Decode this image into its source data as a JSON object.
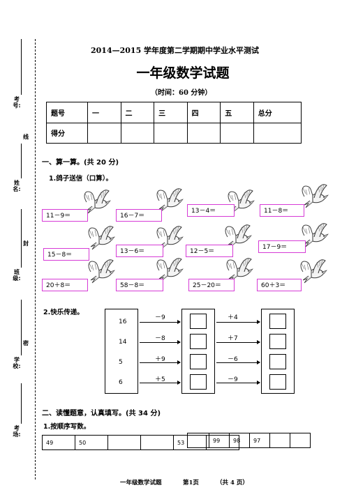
{
  "side": {
    "exam_no": "考号:",
    "name": "姓名:",
    "class": "班级:",
    "school": "学校:",
    "room": "考场:",
    "seal": [
      "线",
      "封",
      "密"
    ]
  },
  "header": {
    "subtitle": "2014—2015 学年度第二学期期中学业水平测试",
    "title": "一年级数学试题",
    "time": "（时间：60 分钟）"
  },
  "score_table": {
    "row1": [
      "题号",
      "一",
      "二",
      "三",
      "四",
      "五",
      "总分"
    ],
    "row2": [
      "得分",
      "",
      "",
      "",
      "",
      "",
      ""
    ]
  },
  "section1": {
    "title": "一、算一算。(共 20 分)",
    "q1": "1.鸽子送信（口算）。",
    "rows": [
      [
        "11－9＝",
        "16－7＝",
        "13－4＝",
        "11－8＝"
      ],
      [
        "15－8＝",
        "13－6＝",
        "12－5＝",
        "17－9＝"
      ],
      [
        "20＋8＝",
        "58－8＝",
        "25－20＝",
        "60＋3＝"
      ]
    ],
    "q2": "2.快乐传递。",
    "relay": {
      "start": [
        "16",
        "14",
        "5",
        "6"
      ],
      "op1": [
        "－9",
        "－8",
        "＋9",
        "＋5"
      ],
      "op2": [
        "＋4",
        "＋7",
        "－6",
        "－9"
      ]
    }
  },
  "section2": {
    "title": "二、读懂题意，认真填写。(共 34 分)",
    "q1": "1.按顺序写数。",
    "seq_left": [
      "49",
      "50",
      "",
      "",
      "53",
      ""
    ],
    "seq_right": [
      "",
      "99",
      "98",
      "97",
      "",
      ""
    ]
  },
  "footer": {
    "name": "一年级数学试题",
    "page": "第1页",
    "total": "（共 4 页）"
  }
}
